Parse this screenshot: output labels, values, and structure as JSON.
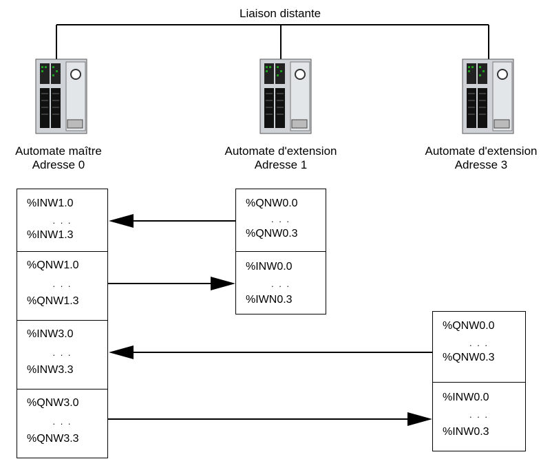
{
  "link_label": "Liaison distante",
  "plcs": [
    {
      "name": "Automate maître",
      "address": "Adresse 0"
    },
    {
      "name": "Automate  d'extension",
      "address": "Adresse 1"
    },
    {
      "name": "Automate  d'extension",
      "address": "Adresse 3"
    }
  ],
  "master_table": [
    {
      "first": "%INW1.0",
      "dots": ". . .",
      "last": "%INW1.3"
    },
    {
      "first": "%QNW1.0",
      "dots": ". . .",
      "last": "%QNW1.3"
    },
    {
      "first": "%INW3.0",
      "dots": ". . .",
      "last": "%INW3.3"
    },
    {
      "first": "%QNW3.0",
      "dots": ". . .",
      "last": "%QNW3.3"
    }
  ],
  "ext1_table": [
    {
      "first": "%QNW0.0",
      "dots": ". . .",
      "last": "%QNW0.3"
    },
    {
      "first": "%INW0.0",
      "dots": ". . .",
      "last": "%IWN0.3"
    }
  ],
  "ext3_table": [
    {
      "first": "%QNW0.0",
      "dots": ". . .",
      "last": "%QNW0.3"
    },
    {
      "first": "%INW0.0",
      "dots": ". . .",
      "last": "%INW0.3"
    }
  ]
}
